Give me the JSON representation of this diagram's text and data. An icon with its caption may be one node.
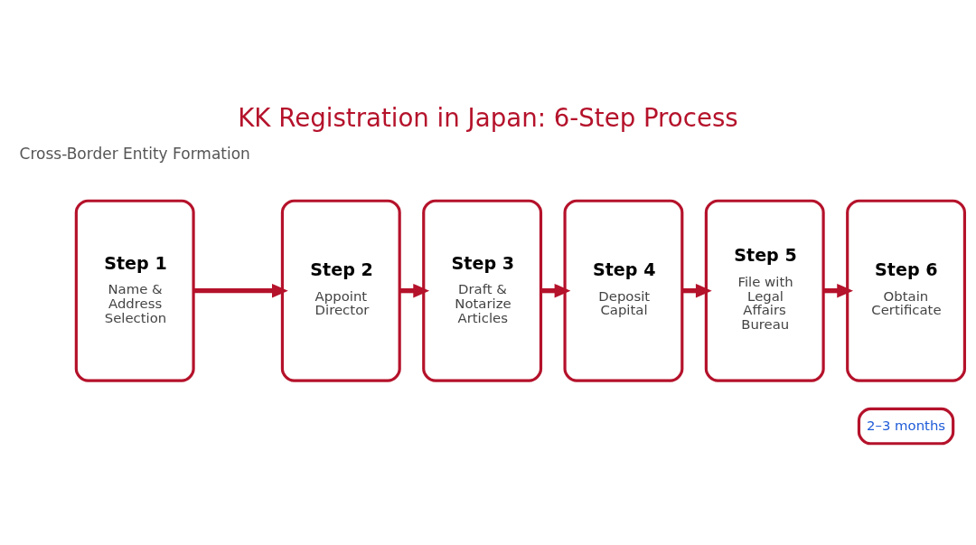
{
  "diagram": {
    "title": "KK Registration in Japan: 6-Step Process",
    "nodes": [
      {
        "text": [
          "Step 1",
          "Name & Address Selection"
        ]
      },
      {
        "text": [
          "Step 2",
          "Appoint Director"
        ]
      },
      {
        "text": [
          "Step 3",
          "Draft & Notarize Articles"
        ]
      },
      {
        "text": [
          "Step 4",
          "Deposit Capital"
        ]
      },
      {
        "text": [
          "Step 5",
          "File with Legal Affairs Bureau"
        ]
      },
      {
        "text": [
          "Step 6",
          "Obtain Certificate"
        ],
        "beside": [
          "2–3 months"
        ]
      }
    ],
    "edges": [
      {
        "from": 0,
        "to": 1,
        "arrow": "to"
      },
      {
        "from": 1,
        "to": 2,
        "arrow": "to"
      },
      {
        "from": 2,
        "to": 3,
        "arrow": "to"
      },
      {
        "from": 3,
        "to": 4,
        "arrow": "to"
      },
      {
        "from": 4,
        "to": 5,
        "arrow": "to"
      }
    ],
    "labels": [
      "Cross-Border Entity Formation"
    ]
  }
}
